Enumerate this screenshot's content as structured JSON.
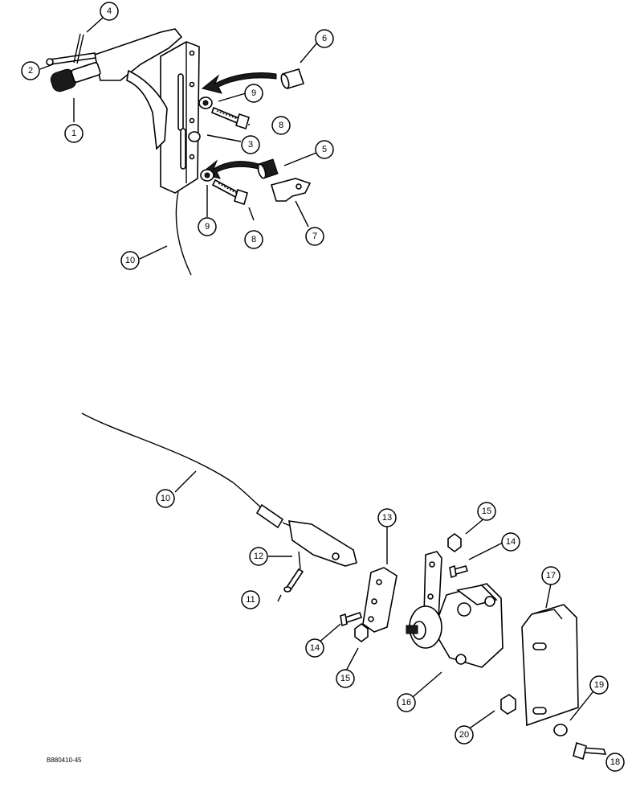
{
  "figure_ref": "B880410-45",
  "callouts": [
    {
      "label": "1"
    },
    {
      "label": "2"
    },
    {
      "label": "3"
    },
    {
      "label": "4"
    },
    {
      "label": "5"
    },
    {
      "label": "6"
    },
    {
      "label": "7"
    },
    {
      "label": "8"
    },
    {
      "label": "9"
    },
    {
      "label": "8"
    },
    {
      "label": "9"
    },
    {
      "label": "10"
    },
    {
      "label": "10"
    },
    {
      "label": "11"
    },
    {
      "label": "12"
    },
    {
      "label": "13"
    },
    {
      "label": "14"
    },
    {
      "label": "15"
    },
    {
      "label": "14"
    },
    {
      "label": "15"
    },
    {
      "label": "16"
    },
    {
      "label": "17"
    },
    {
      "label": "18"
    },
    {
      "label": "19"
    },
    {
      "label": "20"
    }
  ]
}
